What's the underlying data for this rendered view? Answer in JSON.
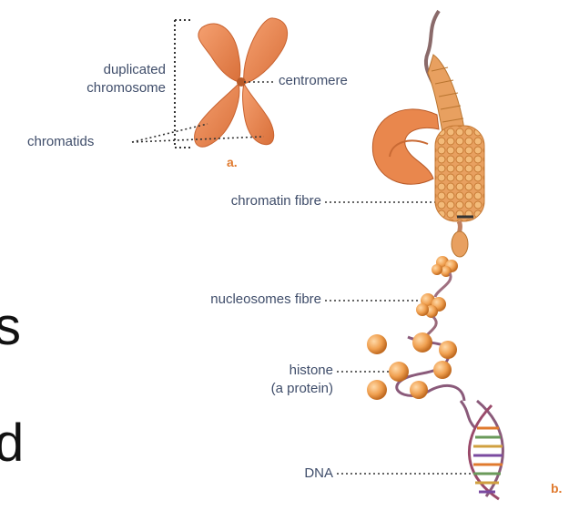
{
  "labels": {
    "duplicated": "duplicated",
    "chromosome": "chromosome",
    "centromere": "centromere",
    "chromatids": "chromatids",
    "chromatin_fibre": "chromatin fibre",
    "nucleosomes_fibre": "nucleosomes fibre",
    "histone": "histone",
    "a_protein": "(a protein)",
    "dna": "DNA"
  },
  "panel_tags": {
    "a": "a.",
    "b": "b."
  },
  "edge_text": {
    "top": "s",
    "bottom": "d"
  },
  "colors": {
    "chromosome": "#e8804a",
    "fibre": "#e8a56a",
    "histone": "#f0a050",
    "dna_strand": "#8a5a7a",
    "label": "#3f4d6a",
    "tag": "#e07a2e"
  }
}
